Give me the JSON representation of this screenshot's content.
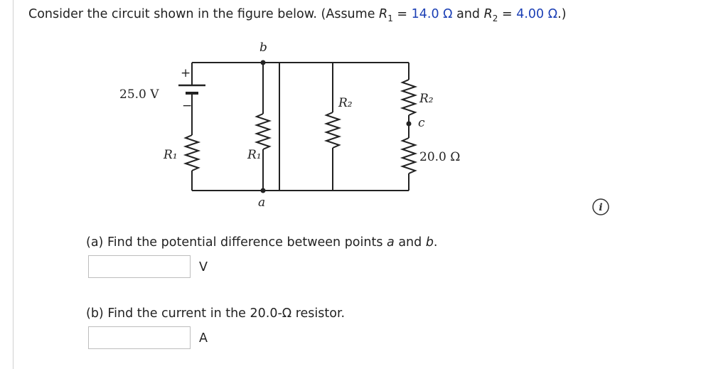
{
  "question": {
    "prefix": "Consider the circuit shown in the figure below. (Assume ",
    "r1_symbol": "R",
    "r1_sub": "1",
    "eq": " = ",
    "r1_value": "14.0 Ω",
    "and": " and ",
    "r2_symbol": "R",
    "r2_sub": "2",
    "r2_value": "4.00 Ω",
    "suffix": ".)"
  },
  "circuit": {
    "battery_label": "25.0 V",
    "plus": "+",
    "minus": "−",
    "node_b": "b",
    "node_a": "a",
    "node_c": "c",
    "r1_left": "R₁",
    "r1_mid": "R₁",
    "r2_mid": "R₂",
    "r2_right": "R₂",
    "r20_label": "20.0 Ω"
  },
  "info_icon": {
    "glyph": "i"
  },
  "part_a": {
    "label": "(a) Find the potential difference between points ",
    "var1": "a",
    "and": " and ",
    "var2": "b",
    "end": ".",
    "input_value": "",
    "unit": "V"
  },
  "part_b": {
    "label": "(b) Find the current in the 20.0-Ω resistor.",
    "input_value": "",
    "unit": "A"
  }
}
